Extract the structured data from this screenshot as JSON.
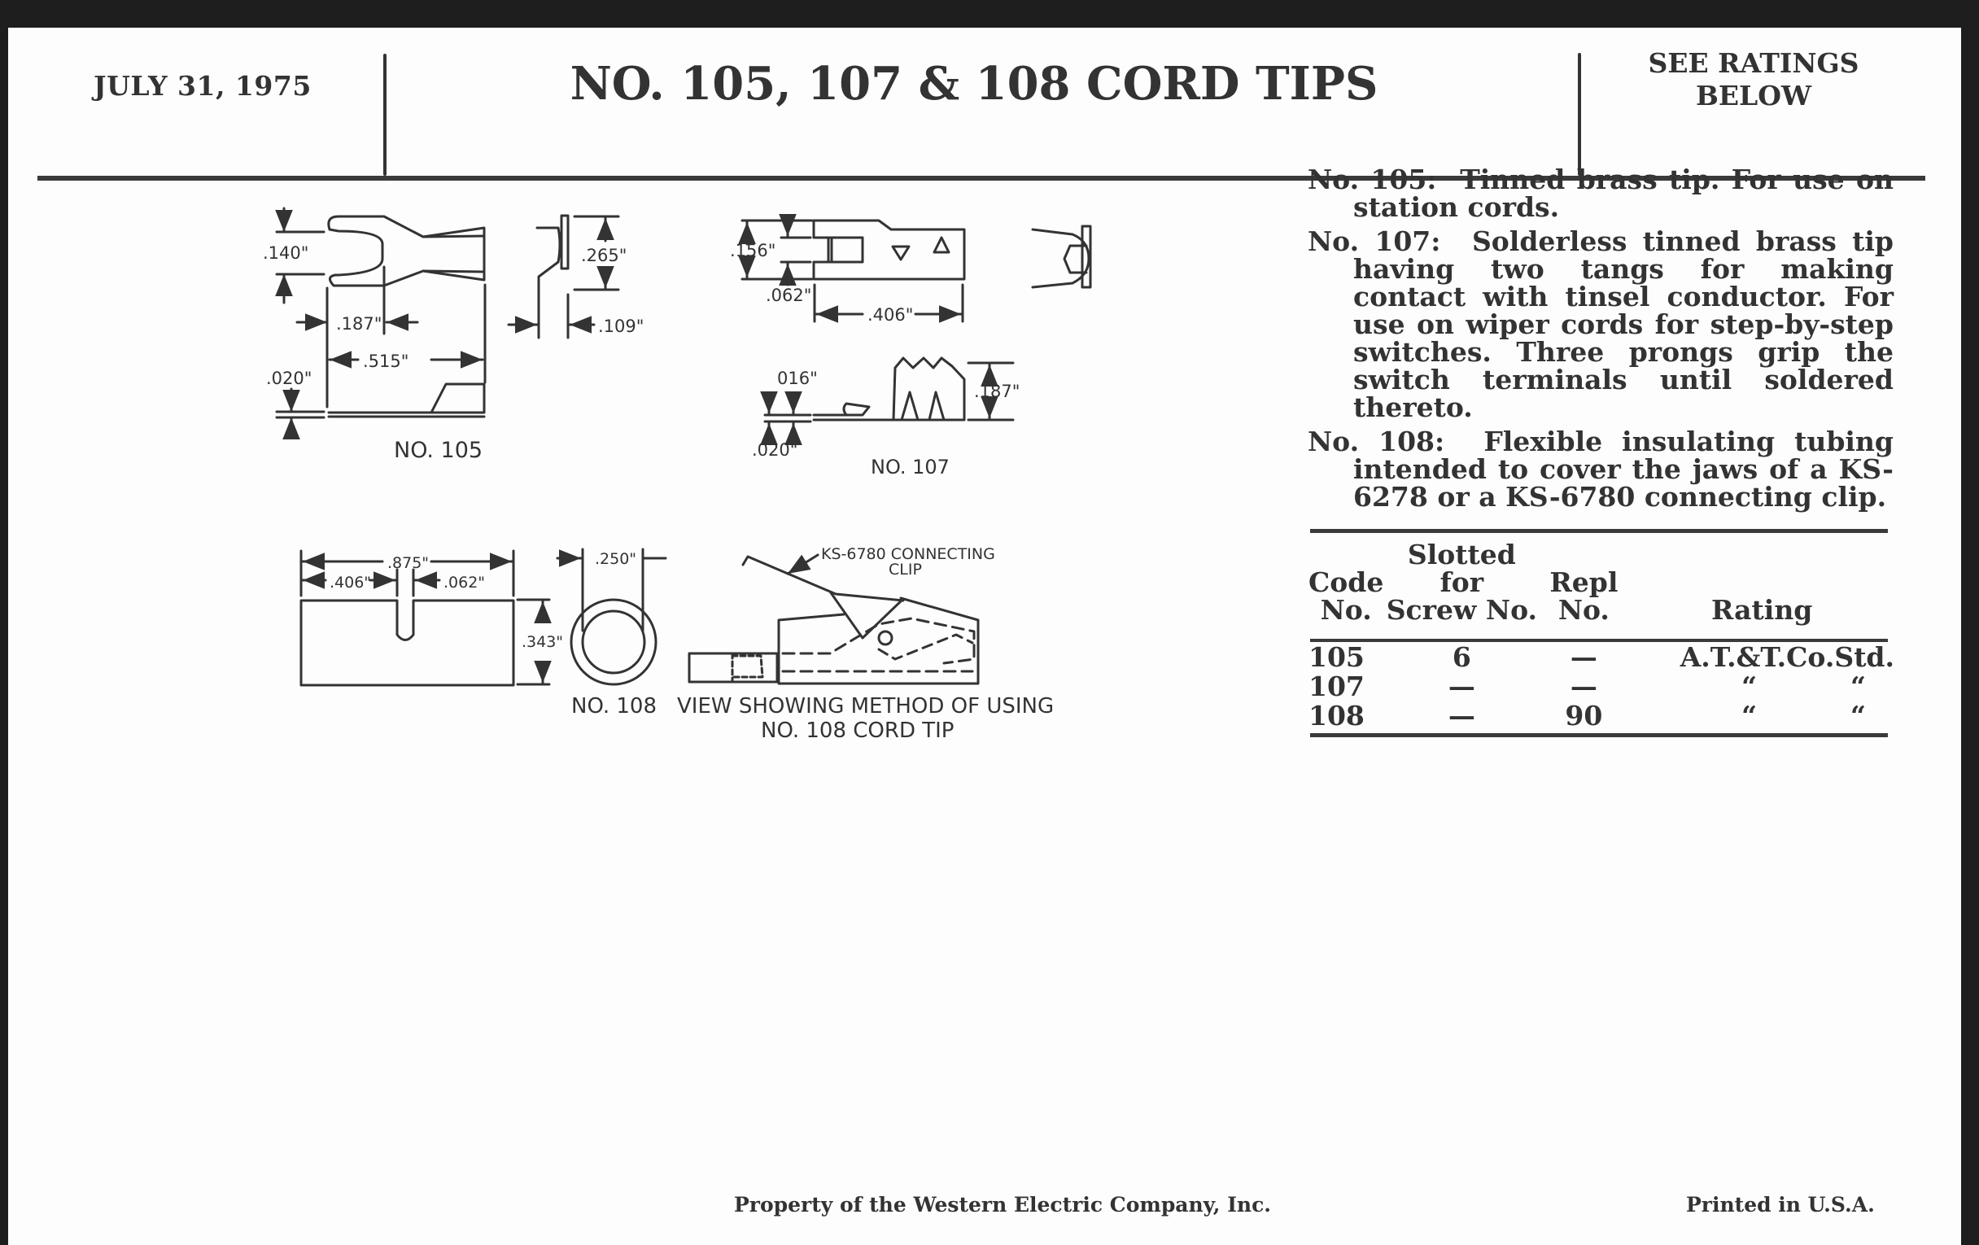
{
  "header": {
    "date": "JULY 31, 1975",
    "title": "NO. 105, 107 & 108 CORD TIPS",
    "ratings_note_line1": "SEE RATINGS",
    "ratings_note_line2": "BELOW"
  },
  "drawings": {
    "no105": {
      "caption": "NO. 105",
      "dims": {
        "jaw_gap": ".140\"",
        "jaw_depth": ".187\"",
        "length": ".515\"",
        "thickness": ".020\"",
        "end_height": ".265\"",
        "end_width": ".109\""
      }
    },
    "no107": {
      "caption": "NO. 107",
      "dims": {
        "width": ".156\"",
        "slot": ".062\"",
        "length": ".406\"",
        "tang": "016\"",
        "thickness": ".020\"",
        "prong_height": ".187\""
      }
    },
    "no108": {
      "caption": "NO. 108",
      "dims": {
        "length": ".875\"",
        "slot_pos": ".406\"",
        "slot_width": ".062\"",
        "height": ".343\"",
        "diameter": ".250\""
      }
    },
    "usage_view": {
      "callout_line1": "KS-6780 CONNECTING",
      "callout_line2": "CLIP",
      "caption_line1": "VIEW SHOWING METHOD OF USING",
      "caption_line2": "NO. 108 CORD TIP"
    }
  },
  "descriptions": [
    {
      "label": "No. 105:",
      "text": "Tinned brass tip. For use on station cords."
    },
    {
      "label": "No. 107:",
      "text": "Solderless tinned brass tip having two tangs for making contact with tinsel conductor. For use on wiper cords for step-by-step switches. Three prongs grip the switch terminals until soldered thereto."
    },
    {
      "label": "No. 108:",
      "text": "Flexible insulating tubing intended to cover the jaws of a KS-6278 or a KS-6780 connecting clip."
    }
  ],
  "ratings_table": {
    "headers": {
      "code": [
        "",
        "Code",
        "No."
      ],
      "slotted": [
        "Slotted",
        "for",
        "Screw No."
      ],
      "repl": [
        "",
        "Repl",
        "No."
      ],
      "rating": [
        "",
        "",
        "Rating"
      ]
    },
    "rows": [
      {
        "code": "105",
        "slotted": "6",
        "repl": "—",
        "rating": "A.T.&T.Co.Std."
      },
      {
        "code": "107",
        "slotted": "—",
        "repl": "—",
        "rating": "“          “"
      },
      {
        "code": "108",
        "slotted": "—",
        "repl": "90",
        "rating": "“          “"
      }
    ]
  },
  "footer": {
    "property": "Property of the Western Electric Company, Inc.",
    "printed": "Printed in U.S.A."
  }
}
